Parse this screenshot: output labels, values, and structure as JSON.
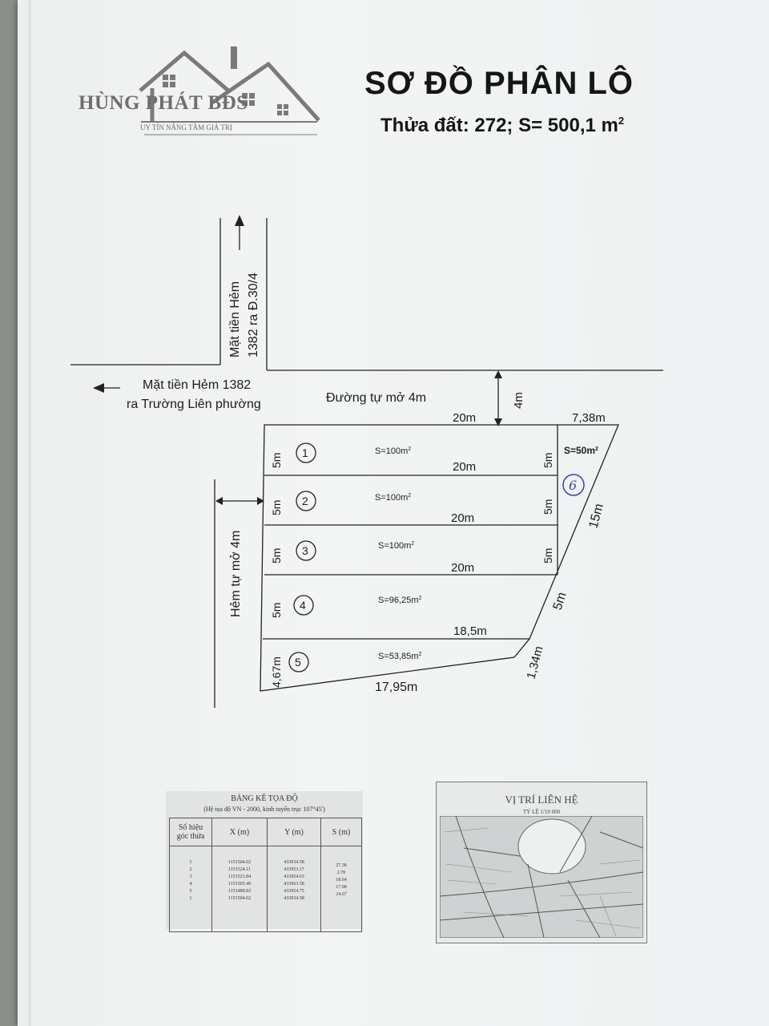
{
  "header": {
    "title": "SƠ ĐỒ PHÂN LÔ",
    "subtitle_prefix": "Thửa đất: 272; S= 500,1 m",
    "subtitle_sup": "2"
  },
  "logo": {
    "name": "HÙNG PHÁT BĐS",
    "slogan": "UY TÍN NÂNG TẦM GIÁ TRỊ"
  },
  "streets": {
    "top_road_line1": "Mặt tiền Hẻm",
    "top_road_line2": "1382 ra Đ.30/4",
    "left_road_line1": "Mặt tiền Hẻm 1382",
    "left_road_line2": "ra Trường Liên phường",
    "new_road": "Đường tự mở 4m",
    "road_width": "4m",
    "alley": "Hẻm tự mở 4m"
  },
  "lots": [
    {
      "number": "1",
      "area": "S=100m",
      "sup": "2",
      "side": "5m",
      "right": "5m",
      "top_length": "20m"
    },
    {
      "number": "2",
      "area": "S=100m",
      "sup": "2",
      "side": "5m",
      "right": "5m",
      "top_length": "20m"
    },
    {
      "number": "3",
      "area": "S=100m",
      "sup": "2",
      "side": "5m",
      "right": "5m",
      "top_length": "20m"
    },
    {
      "number": "4",
      "area": "S=96,25m",
      "sup": "2",
      "side": "5m",
      "top_length": "20m"
    },
    {
      "number": "5",
      "area": "S=53,85m",
      "sup": "2",
      "side": "4,67m",
      "top_length": "18,5m"
    }
  ],
  "lot6": {
    "area": "S=50m",
    "sup": "2",
    "handwritten_number": "6",
    "top": "7,38m"
  },
  "edges": {
    "diag_long": "15m",
    "diag_short": "5m",
    "small": "1,34m",
    "bottom": "17,95m"
  },
  "coord_table": {
    "title": "BẢNG KÊ TỌA ĐỘ",
    "subtitle": "(Hệ tọa độ VN - 2000, kinh tuyến trục 107°45')",
    "headers": {
      "col1_line1": "Số hiệu",
      "col1_line2": "góc thửa",
      "col2": "X (m)",
      "col3": "Y (m)",
      "col4": "S (m)"
    },
    "points": [
      "1",
      "2",
      "3",
      "4",
      "5",
      "1"
    ],
    "x": [
      "1151504.02",
      "1151524.11",
      "1151521.84",
      "1151505.49",
      "1151489.83",
      "1151504.02"
    ],
    "y": [
      "433934.58",
      "433953.17",
      "433954.63",
      "433963.58",
      "433954.75",
      "433934.58"
    ],
    "s": [
      "27.38",
      "2.70",
      "18.64",
      "17.98",
      "24.67"
    ]
  },
  "location_map": {
    "title": "VỊ TRÍ LIÊN HỆ",
    "scale": "TỶ LỆ 1/10 000"
  },
  "colors": {
    "ink": "#1c1c1c",
    "handwriting": "#3b3fa8",
    "logo_gray": "#6d6d6d"
  }
}
